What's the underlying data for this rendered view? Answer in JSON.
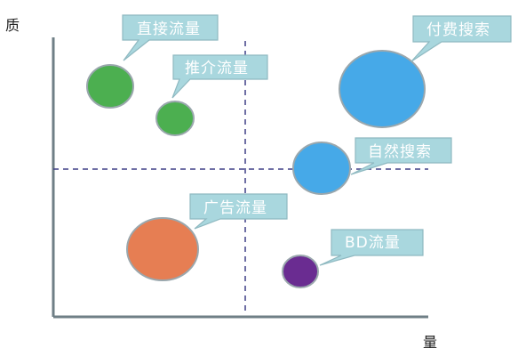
{
  "axes": {
    "y_label": "质",
    "x_label": "量"
  },
  "items": [
    {
      "id": "direct",
      "label": "直接流量",
      "color": "#4CAF50"
    },
    {
      "id": "referral",
      "label": "推介流量",
      "color": "#4CAF50"
    },
    {
      "id": "paid",
      "label": "付费搜索",
      "color": "#46A9E8"
    },
    {
      "id": "organic",
      "label": "自然搜索",
      "color": "#46A9E8"
    },
    {
      "id": "ads",
      "label": "广告流量",
      "color": "#E67E53"
    },
    {
      "id": "bd",
      "label": "BD流量",
      "color": "#6A2C91"
    }
  ],
  "colors": {
    "callout_fill": "#A9D7DE",
    "callout_stroke": "#8FB9C1",
    "axis": "#6F7F86",
    "divider": "#3F3F86",
    "bubble_stroke": "#9AA7AD"
  }
}
